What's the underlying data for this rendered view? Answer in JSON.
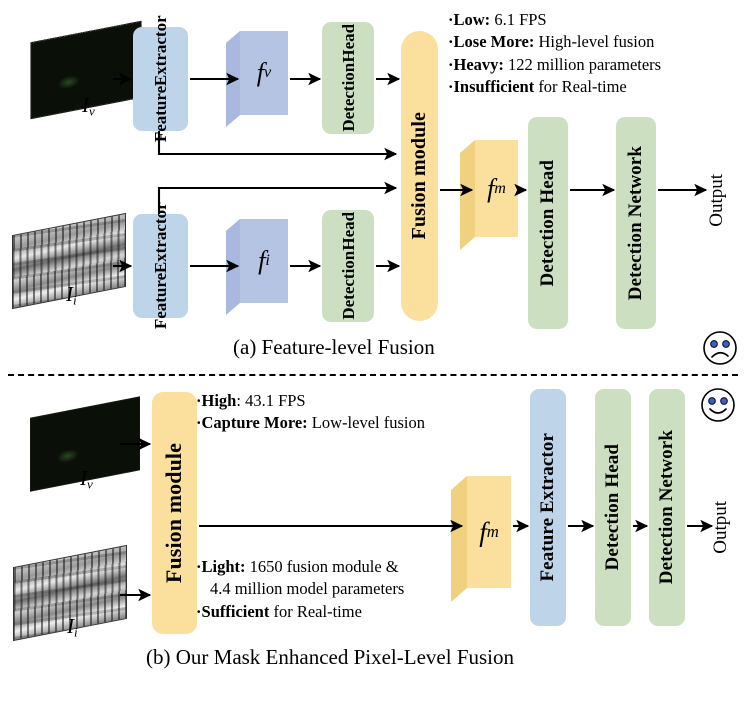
{
  "figure": {
    "panels": [
      {
        "id": "a",
        "caption": "(a)  Feature-level Fusion",
        "verdict_icon": "sad-face-icon",
        "inputs": [
          {
            "name": "visible-image",
            "label_base": "I",
            "label_sub": "v",
            "kind": "dark-night-image"
          },
          {
            "name": "infrared-image",
            "label_base": "I",
            "label_sub": "i",
            "kind": "grayscale-thermal-image"
          }
        ],
        "blocks": [
          {
            "name": "feature-extractor-vis",
            "line1": "Feature",
            "line2": "Extractor",
            "color": "#bed4e9"
          },
          {
            "name": "feature-extractor-ir",
            "line1": "Feature",
            "line2": "Extractor",
            "color": "#bed4e9"
          },
          {
            "name": "detection-head-vis",
            "line1": "Detection",
            "line2": "Head",
            "color": "#cce0c1"
          },
          {
            "name": "detection-head-ir",
            "line1": "Detection",
            "line2": "Head",
            "color": "#cce0c1"
          },
          {
            "name": "fusion-module",
            "line1": "Fusion module",
            "color": "#fbdf9d"
          },
          {
            "name": "detection-head-final",
            "line1": "Detection Head",
            "color": "#cce0c1"
          },
          {
            "name": "detection-network",
            "line1": "Detection Network",
            "color": "#cce0c1"
          }
        ],
        "features": [
          {
            "name": "feature-slab-fv",
            "base": "f",
            "sub": "v",
            "color": "#b6c4e4"
          },
          {
            "name": "feature-slab-fi",
            "base": "f",
            "sub": "i",
            "color": "#b6c4e4"
          },
          {
            "name": "feature-slab-fm",
            "base": "f",
            "sub": "m",
            "color": "#fbdf9d"
          }
        ],
        "output_label": "Output",
        "notes": [
          {
            "bold": "Low:",
            "rest": " 6.1 FPS"
          },
          {
            "bold": "Lose More:",
            "rest": " High-level fusion"
          },
          {
            "bold": "Heavy:",
            "rest": " 122 million parameters"
          },
          {
            "bold": "Insufficient",
            "rest": " for Real-time"
          }
        ]
      },
      {
        "id": "b",
        "caption": "(b) Our Mask Enhanced Pixel-Level Fusion",
        "verdict_icon": "happy-face-icon",
        "inputs": [
          {
            "name": "visible-image",
            "label_base": "I",
            "label_sub": "v",
            "kind": "dark-night-image"
          },
          {
            "name": "infrared-image",
            "label_base": "I",
            "label_sub": "i",
            "kind": "grayscale-thermal-image"
          }
        ],
        "blocks": [
          {
            "name": "fusion-module",
            "line1": "Fusion module",
            "color": "#fbdf9d"
          },
          {
            "name": "feature-extractor",
            "line1": "Feature Extractor",
            "color": "#bed4e9"
          },
          {
            "name": "detection-head",
            "line1": "Detection Head",
            "color": "#cce0c1"
          },
          {
            "name": "detection-network",
            "line1": "Detection Network",
            "color": "#cce0c1"
          }
        ],
        "features": [
          {
            "name": "feature-slab-fm",
            "base": "f",
            "sub": "m",
            "color": "#fbdf9d"
          }
        ],
        "output_label": "Output",
        "notes_top": [
          {
            "bold": "High",
            "rest": ": 43.1 FPS"
          },
          {
            "bold": "Capture More:",
            "rest": " Low-level fusion"
          }
        ],
        "notes_bottom": [
          {
            "bold": "Light:",
            "rest": " 1650 fusion module &"
          },
          {
            "bold": "",
            "rest": "4.4 million model parameters",
            "indent": true
          },
          {
            "bold": "Sufficient",
            "rest": " for Real-time"
          }
        ]
      }
    ],
    "colors": {
      "blue": "#bed4e9",
      "green": "#cce0c1",
      "yellow": "#fbdf9d",
      "slab_blue": "#b6c4e4",
      "eye_blue": "#3a5fd0",
      "stroke": "#000000"
    }
  }
}
